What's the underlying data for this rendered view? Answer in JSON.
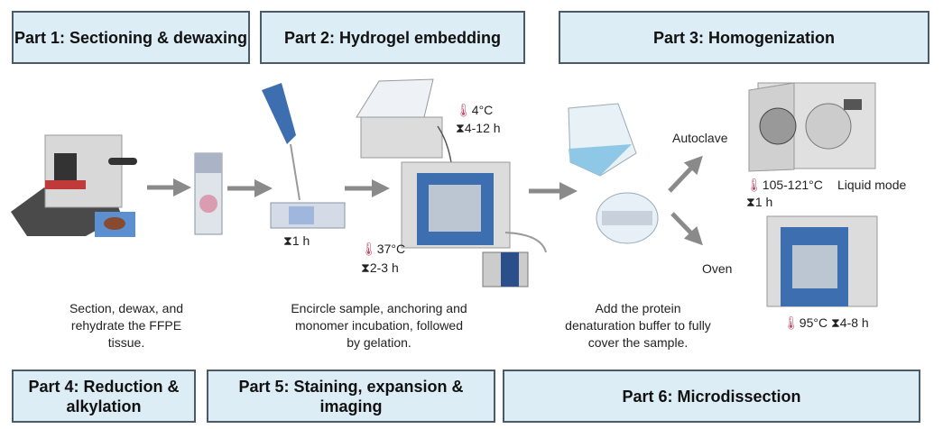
{
  "parts": [
    {
      "label": "Part 1: Sectioning & dewaxing"
    },
    {
      "label": "Part 2: Hydrogel embedding"
    },
    {
      "label": "Part 3: Homogenization"
    },
    {
      "label": "Part 4: Reduction & alkylation"
    },
    {
      "label": "Part 5: Staining, expansion & imaging"
    },
    {
      "label": "Part 6: Microdissection"
    }
  ],
  "conditions": {
    "anchoring_time": "1 h",
    "fridge_temp": "4°C",
    "fridge_time": "4-12 h",
    "incubator_temp": "37°C",
    "incubator_time": "2-3 h",
    "autoclave_label": "Autoclave",
    "autoclave_temp": "105-121°C",
    "autoclave_mode": "Liquid mode",
    "autoclave_time": "1 h",
    "oven_label": "Oven",
    "oven_temp": "95°C",
    "oven_time": "4-8 h"
  },
  "captions": {
    "part1": "Section, dewax, and rehydrate the FFPE tissue.",
    "part2": "Encircle sample, anchoring and monomer incubation, followed by gelation.",
    "part3": "Add the protein denaturation buffer to fully cover the sample."
  },
  "icons": {
    "thermometer": "thermometer-icon",
    "hourglass": "hourglass-icon"
  },
  "colors": {
    "header_fill": "#dcedf5",
    "header_border": "#4a5a66",
    "arrow": "#8a8a8a",
    "oven_blue": "#3d6fb0"
  }
}
